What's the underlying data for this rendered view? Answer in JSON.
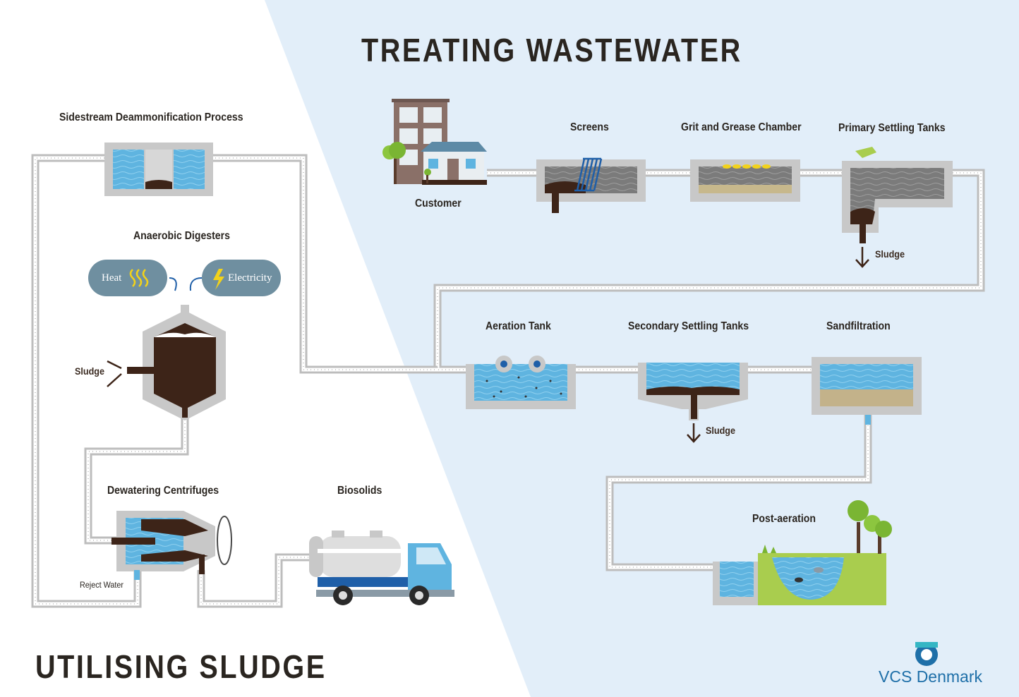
{
  "titles": {
    "treating": "TREATING WASTEWATER",
    "utilising": "UTILISING SLUDGE"
  },
  "stages": {
    "customer": "Customer",
    "screens": "Screens",
    "grit": "Grit and Grease Chamber",
    "primary": "Primary Settling Tanks",
    "aeration": "Aeration Tank",
    "secondary": "Secondary Settling Tanks",
    "sandfiltration": "Sandfiltration",
    "post_aeration": "Post-aeration",
    "sidestream": "Sidestream Deammonification Process",
    "digesters": "Anaerobic Digesters",
    "centrifuges": "Dewatering Centrifuges",
    "biosolids": "Biosolids"
  },
  "flow_labels": {
    "sludge_primary": "Sludge",
    "sludge_secondary": "Sludge",
    "sludge_digester": "Sludge",
    "reject_water": "Reject Water",
    "heat": "Heat",
    "electricity": "Electricity"
  },
  "brand": {
    "name_a": "VCS",
    "name_b": "Denmark"
  },
  "colors": {
    "background_light_blue": "#e2eef9",
    "water_blue": "#5fb4e0",
    "sludge_brown": "#3d2418",
    "tank_gray": "#c8c8c8",
    "pipe_gray": "#bdbdbd",
    "pill_slate": "#6f8fa0",
    "grass_green": "#a9cd4e",
    "brand_blue": "#1e6fa8"
  }
}
